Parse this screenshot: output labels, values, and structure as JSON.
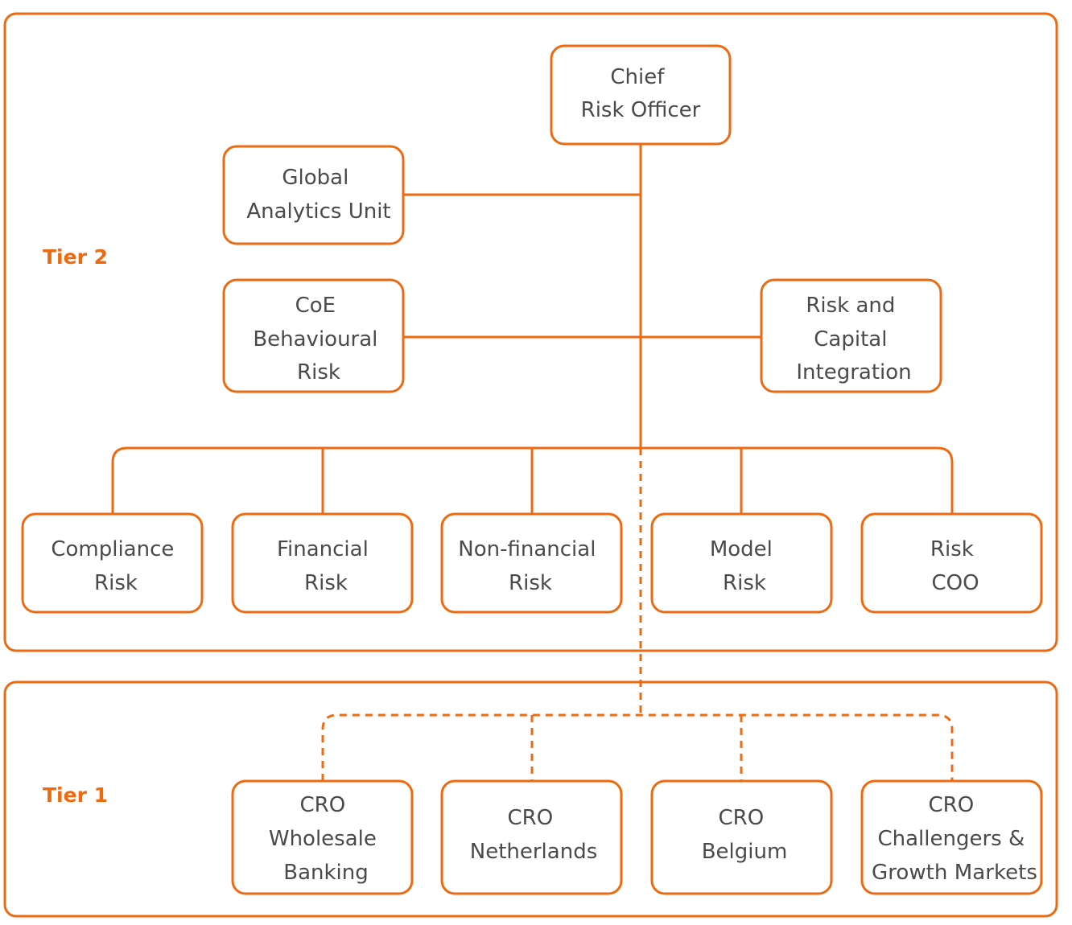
{
  "colors": {
    "accent": "#ee6a10",
    "text": "#4a4a4a",
    "background": "#ffffff"
  },
  "tiers": {
    "tier2": {
      "label": "Tier 2"
    },
    "tier1": {
      "label": "Tier 1"
    }
  },
  "nodes": {
    "cro": {
      "lines": [
        "Chief",
        "Risk Officer"
      ]
    },
    "global_analytics": {
      "lines": [
        "Global",
        "Analytics Unit"
      ]
    },
    "coe_behavioural": {
      "lines": [
        "CoE",
        "Behavioural",
        "Risk"
      ]
    },
    "risk_capital": {
      "lines": [
        "Risk and",
        "Capital",
        "Integration"
      ]
    },
    "compliance": {
      "lines": [
        "Compliance",
        "Risk"
      ]
    },
    "financial": {
      "lines": [
        "Financial",
        "Risk"
      ]
    },
    "non_financial": {
      "lines": [
        "Non-financial",
        "Risk"
      ]
    },
    "model": {
      "lines": [
        "Model",
        "Risk"
      ]
    },
    "risk_coo": {
      "lines": [
        "Risk",
        "COO"
      ]
    },
    "cro_wholesale": {
      "lines": [
        "CRO",
        "Wholesale",
        "Banking"
      ]
    },
    "cro_netherlands": {
      "lines": [
        "CRO",
        "Netherlands"
      ]
    },
    "cro_belgium": {
      "lines": [
        "CRO",
        "Belgium"
      ]
    },
    "cro_challengers": {
      "lines": [
        "CRO",
        "Challengers &",
        "Growth Markets"
      ]
    }
  }
}
